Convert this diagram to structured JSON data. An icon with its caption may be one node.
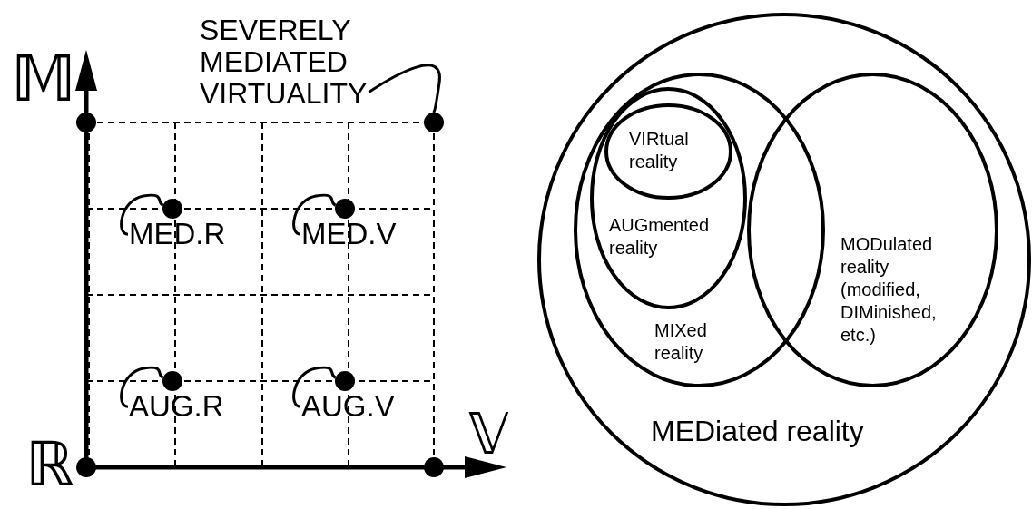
{
  "diagram": {
    "nodes": [
      {
        "text": [
          "SEVERELY MEDIATED VIRTUALITY"
        ]
      },
      {
        "text": [],
        "shape": "circle"
      },
      {
        "text": [],
        "shape": "circle"
      },
      {
        "text": [],
        "shape": "circle"
      },
      {
        "text": [],
        "shape": "circle"
      },
      {
        "text": [],
        "shape": "circle"
      },
      {
        "text": [],
        "shape": "circle"
      },
      {
        "text": [],
        "shape": "circle"
      },
      {
        "text": [],
        "shape": "circle"
      },
      {
        "text": [
          "MED.R"
        ]
      },
      {
        "text": [
          "MED.V"
        ]
      },
      {
        "text": [
          "AUG.R"
        ]
      },
      {
        "text": [
          "AUG.V"
        ]
      },
      {
        "text": [
          "MEDiated reality"
        ]
      },
      {
        "text": [
          "MIXed reality"
        ],
        "in": 13
      },
      {
        "text": [
          "AUGmented reality"
        ],
        "in": 14
      },
      {
        "text": [
          "VIRtual reality"
        ],
        "in": 15
      },
      {
        "text": [
          "MODulated reality (modified, DIMinished, etc.)"
        ],
        "in": 13
      }
    ],
    "edges": [
      {
        "from": 0,
        "to": 2,
        "arrow": "none"
      },
      {
        "from": 9,
        "to": 3,
        "arrow": "none"
      },
      {
        "from": 10,
        "to": 4,
        "arrow": "none"
      },
      {
        "from": 11,
        "to": 5,
        "arrow": "none"
      },
      {
        "from": 12,
        "to": 6,
        "arrow": "none"
      }
    ],
    "labels": [
      "𝕄",
      "𝕍",
      "ℝ"
    ]
  }
}
